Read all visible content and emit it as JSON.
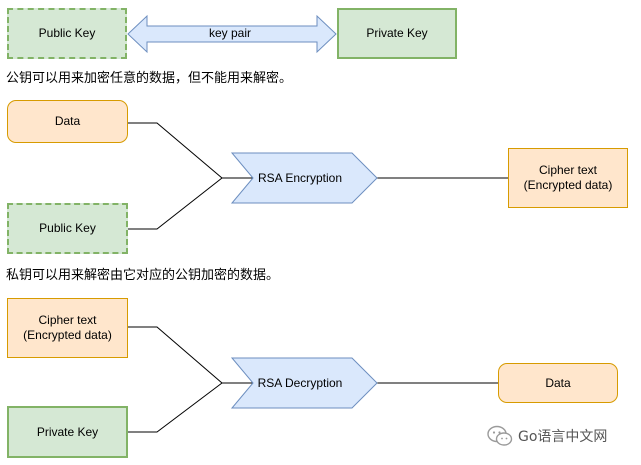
{
  "top": {
    "public_key": "Public Key",
    "private_key": "Private Key",
    "pair_label": "key pair"
  },
  "caption_encrypt": "公钥可以用来加密任意的数据，但不能用来解密。",
  "encrypt": {
    "data": "Data",
    "public_key": "Public Key",
    "process": "RSA Encryption",
    "output_line1": "Cipher text",
    "output_line2": "(Encrypted data)"
  },
  "caption_decrypt": "私钥可以用来解密由它对应的公钥加密的数据。",
  "decrypt": {
    "input_line1": "Cipher text",
    "input_line2": "(Encrypted data)",
    "private_key": "Private Key",
    "process": "RSA Decryption",
    "output": "Data"
  },
  "watermark": "Go语言中文网",
  "colors": {
    "green_fill": "#d5e8d4",
    "green_stroke": "#82b366",
    "orange_fill": "#ffe6cc",
    "orange_stroke": "#d79b00",
    "blue_fill": "#dae8fc",
    "blue_stroke": "#6c8ebf"
  }
}
